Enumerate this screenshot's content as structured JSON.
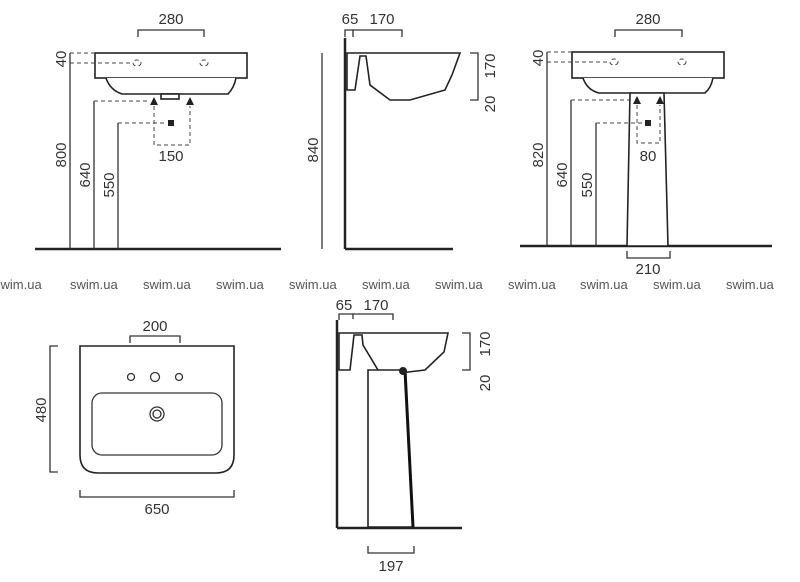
{
  "watermark": [
    "swim.ua",
    "swim.ua",
    "swim.ua",
    "swim.ua",
    "swim.ua",
    "swim.ua",
    "swim.ua",
    "swim.ua",
    "swim.ua",
    "swim.ua",
    "swim.ua"
  ],
  "front_wall": {
    "tap_spacing": "280",
    "deck_height": "40",
    "rim_height": "800",
    "supply_height": "640",
    "waste_height": "550",
    "supply_spacing": "150"
  },
  "side_wall": {
    "wall_gap": "65",
    "tap_offset": "170",
    "height": "840",
    "bowl_depth": "170",
    "rim_thickness": "20"
  },
  "front_pedestal": {
    "tap_spacing": "280",
    "deck_height": "40",
    "rim_height": "820",
    "supply_height": "640",
    "waste_height": "550",
    "supply_spacing": "80",
    "pedestal_width": "210"
  },
  "top_view": {
    "tap_spacing": "200",
    "depth": "480",
    "width": "650"
  },
  "side_pedestal": {
    "wall_gap": "65",
    "tap_offset": "170",
    "bowl_depth": "170",
    "rim_thickness": "20",
    "pedestal_depth": "197"
  }
}
